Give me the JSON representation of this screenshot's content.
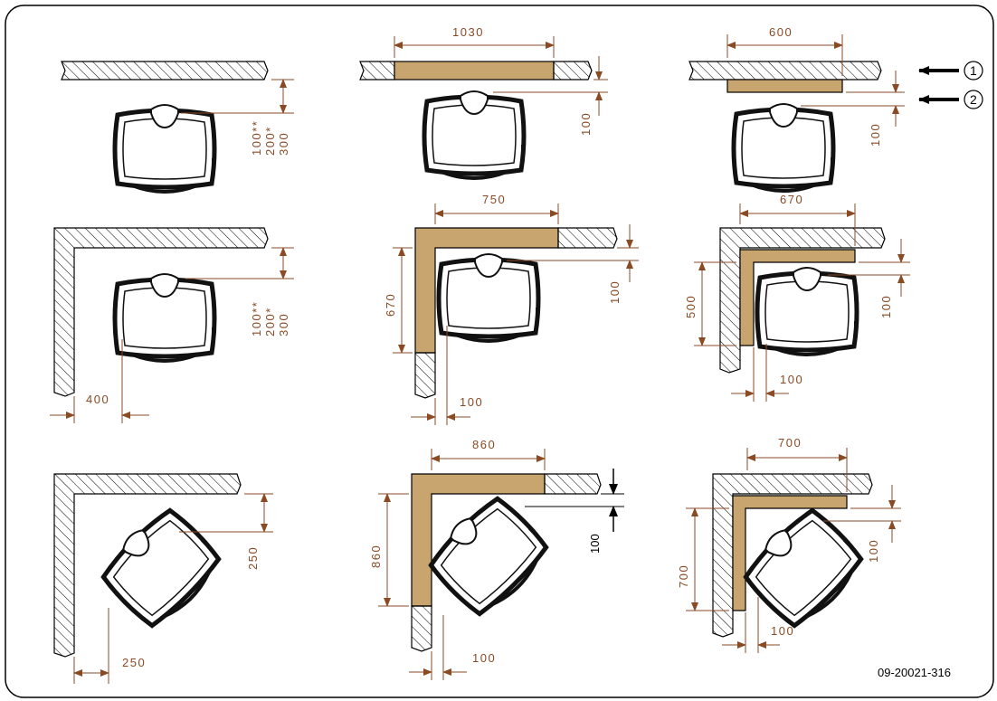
{
  "colors": {
    "wall_outline": "#000000",
    "hatch": "#000000",
    "protection_fill": "#c8a46e",
    "dimension": "#8a4a24",
    "stove": "#111111",
    "frame": "#000000"
  },
  "icons": {
    "stove": "stove-top-view-icon",
    "arrow": "arrow-left-icon"
  },
  "markers": [
    {
      "id": "1",
      "label": "1"
    },
    {
      "id": "2",
      "label": "2"
    }
  ],
  "dims": {
    "d_1030": "1030",
    "d_600": "600",
    "d_100a": "100",
    "d_100b": "100",
    "stack1_a": "100**",
    "stack1_b": "200*",
    "stack1_c": "300",
    "d_750": "750",
    "d_670v": "670",
    "d_100c": "100",
    "d_100d": "100",
    "d_670h": "670",
    "d_500": "500",
    "d_100e": "100",
    "d_100f": "100",
    "stack2_a": "100**",
    "stack2_b": "200*",
    "stack2_c": "300",
    "d_400": "400",
    "d_860h": "860",
    "d_860v": "860",
    "d_100g": "100",
    "d_100h": "100",
    "d_700h": "700",
    "d_700v": "700",
    "d_100i": "100",
    "d_100j": "100",
    "d_250v": "250",
    "d_250h": "250"
  },
  "drawing_code": "09-20021-316"
}
